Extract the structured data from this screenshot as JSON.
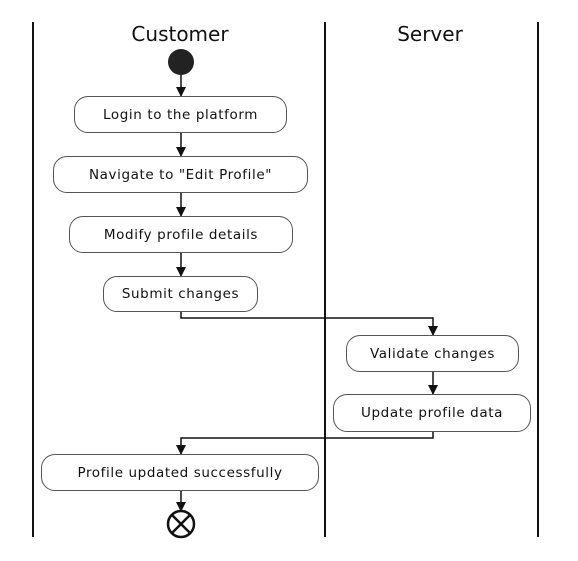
{
  "swimlanes": [
    {
      "name": "Customer"
    },
    {
      "name": "Server"
    }
  ],
  "activities": [
    {
      "id": "login",
      "label": "Login to the platform",
      "lane": "Customer"
    },
    {
      "id": "navigate",
      "label": "Navigate to \"Edit Profile\"",
      "lane": "Customer"
    },
    {
      "id": "modify",
      "label": "Modify profile details",
      "lane": "Customer"
    },
    {
      "id": "submit",
      "label": "Submit changes",
      "lane": "Customer"
    },
    {
      "id": "validate",
      "label": "Validate changes",
      "lane": "Server"
    },
    {
      "id": "update",
      "label": "Update profile data",
      "lane": "Server"
    },
    {
      "id": "success",
      "label": "Profile updated successfully",
      "lane": "Customer"
    }
  ],
  "flows": [
    [
      "start",
      "login"
    ],
    [
      "login",
      "navigate"
    ],
    [
      "navigate",
      "modify"
    ],
    [
      "modify",
      "submit"
    ],
    [
      "submit",
      "validate"
    ],
    [
      "validate",
      "update"
    ],
    [
      "update",
      "success"
    ],
    [
      "success",
      "end"
    ]
  ],
  "colors": {
    "line": "#111111",
    "border": "#555555",
    "start_fill": "#222222"
  }
}
